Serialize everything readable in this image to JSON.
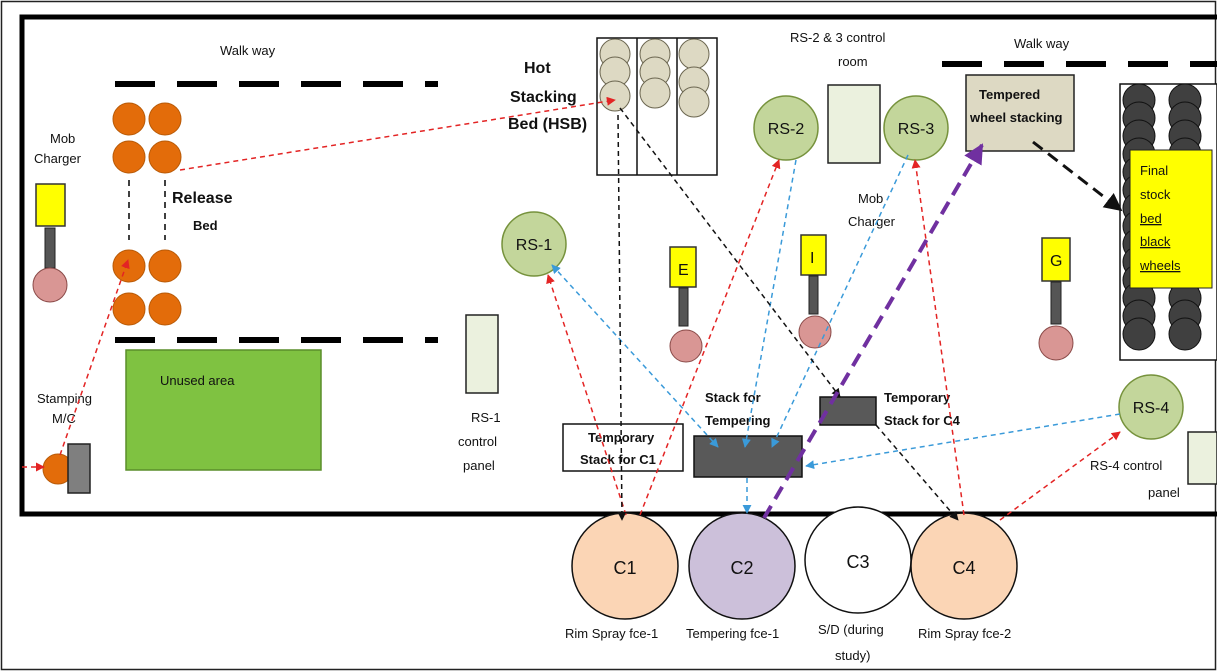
{
  "labels": {
    "walkway_left": "Walk way",
    "walkway_right": "Walk way",
    "hsb_1": "Hot",
    "hsb_2": "Stacking",
    "hsb_3": "Bed (HSB)",
    "control_room_1": "RS-2 & 3 control",
    "control_room_2": "room",
    "tempered_1": "Tempered",
    "tempered_2": "wheel stacking",
    "mob_charger_left_1": "Mob",
    "mob_charger_left_2": "Charger",
    "mob_charger_mid_1": "Mob",
    "mob_charger_mid_2": "Charger",
    "release_1": "Release",
    "release_2": "Bed",
    "final_1": "Final",
    "final_2": "stock",
    "final_3": "bed",
    "final_4": "black",
    "final_5": "wheels",
    "unused": "Unused area",
    "stamping_1": "Stamping",
    "stamping_2": "M/C",
    "rs1_panel_1": "RS-1",
    "rs1_panel_2": "control",
    "rs1_panel_3": "panel",
    "rs4_panel_1": "RS-4 control",
    "rs4_panel_2": "panel",
    "temp_c1_1": "Temporary",
    "temp_c1_2": "Stack for C1",
    "stack_temp_1": "Stack for",
    "stack_temp_2": "Tempering",
    "temp_c4_1": "Temporary",
    "temp_c4_2": "Stack for C4"
  },
  "stations": {
    "rs1": "RS-1",
    "rs2": "RS-2",
    "rs3": "RS-3",
    "rs4": "RS-4"
  },
  "chargers": {
    "e": "E",
    "i": "I",
    "g": "G"
  },
  "furnaces": {
    "c1": "C1",
    "c2": "C2",
    "c3": "C3",
    "c4": "C4",
    "c1_caption": "Rim Spray fce-1",
    "c2_caption": "Tempering fce-1",
    "c3_caption_1": "S/D (during",
    "c3_caption_2": "study)",
    "c4_caption": "Rim Spray fce-2"
  },
  "colors": {
    "station_fill": "#c3d69b",
    "station_stroke": "#76923c",
    "wheel_orange": "#e36c0a",
    "charger_yellow": "#ffff00",
    "charger_head": "#d99694",
    "unused_green": "#7fc241",
    "hsb_wheel": "#ddd9c3",
    "tempered_fill": "#ddd9c3",
    "c1_fill": "#fbd5b5",
    "c2_fill": "#ccc0da",
    "black_wheel": "#404040",
    "red_path": "#e32424",
    "blue_path": "#3a9ad9",
    "purple_path": "#7030a0"
  }
}
